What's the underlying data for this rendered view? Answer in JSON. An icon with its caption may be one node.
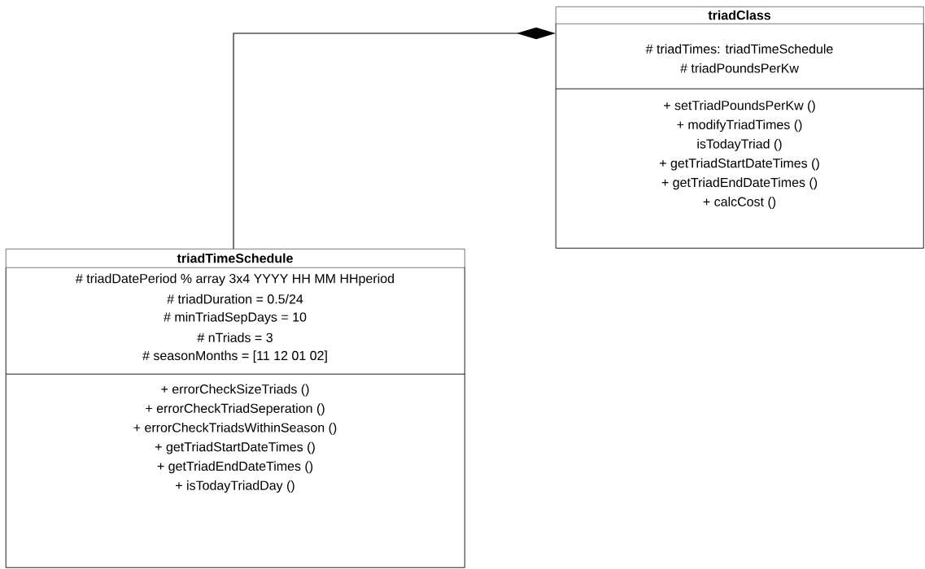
{
  "diagram": {
    "nodes": [
      {
        "text": [
          "triadClass"
        ]
      },
      {
        "text": [
          "# triadTimes: triadTimeSchedule",
          "# triadPoundsPerKw"
        ],
        "in": 0
      },
      {
        "text": [
          "+ setTriadPoundsPerKw ()",
          "+ modifyTriadTimes ()",
          "isTodayTriad ()",
          "+ getTriadStartDateTimes ()",
          "+ getTriadEndDateTimes ()",
          "+ calcCost ()"
        ],
        "in": 0
      },
      {
        "text": [
          "triadTimeSchedule"
        ]
      },
      {
        "text": [
          "# triadDatePeriod % array 3x4 YYYY HH MM HHperiod",
          "# triadDuration = 0.5/24",
          "# minTriadSepDays = 10",
          "# nTriads = 3",
          "# seasonMonths = [11 12 01 02]"
        ],
        "in": 3
      },
      {
        "text": [
          "+ errorCheckSizeTriads ()",
          "+ errorCheckTriadSeperation ()",
          "+ errorCheckTriadsWithinSeason ()",
          "+ getTriadStartDateTimes ()",
          "+ getTriadEndDateTimes ()",
          "+ isTodayTriadDay ()"
        ],
        "in": 3
      }
    ],
    "edges": [
      {
        "from": 3,
        "to": 0,
        "arrow": "other"
      }
    ]
  }
}
